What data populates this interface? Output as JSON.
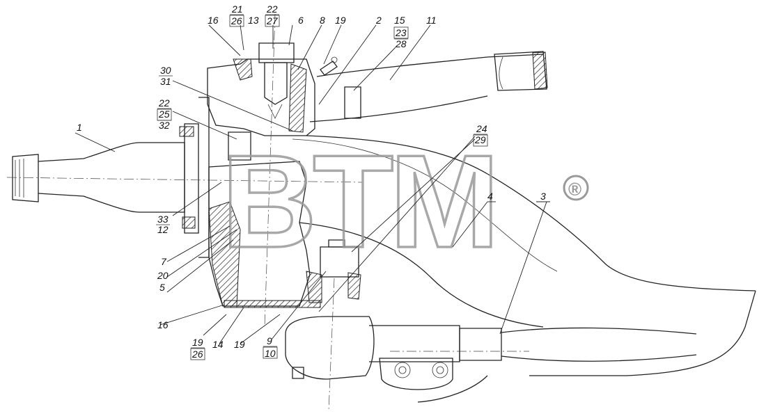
{
  "watermark": {
    "text": "BTM",
    "registered": "®"
  },
  "callouts": {
    "c1": "1",
    "c2": "2",
    "c3": "3",
    "c4": "4",
    "c5": "5",
    "c6": "6",
    "c7": "7",
    "c8": "8",
    "c9": "9",
    "c10": "10",
    "c11": "11",
    "c12": "12",
    "c13": "13",
    "c14": "14",
    "c15": "15",
    "c16a": "16",
    "c16b": "16",
    "c19a": "19",
    "c19b": "19",
    "c19c": "19",
    "c20": "20",
    "c21": "21",
    "c22a": "22",
    "c22b": "22",
    "c23": "23",
    "c24": "24",
    "c25": "25",
    "c26a": "26",
    "c26b": "26",
    "c27": "27",
    "c28": "28",
    "c29": "29",
    "c30": "30",
    "c31": "31",
    "c32": "32",
    "c33": "33"
  }
}
